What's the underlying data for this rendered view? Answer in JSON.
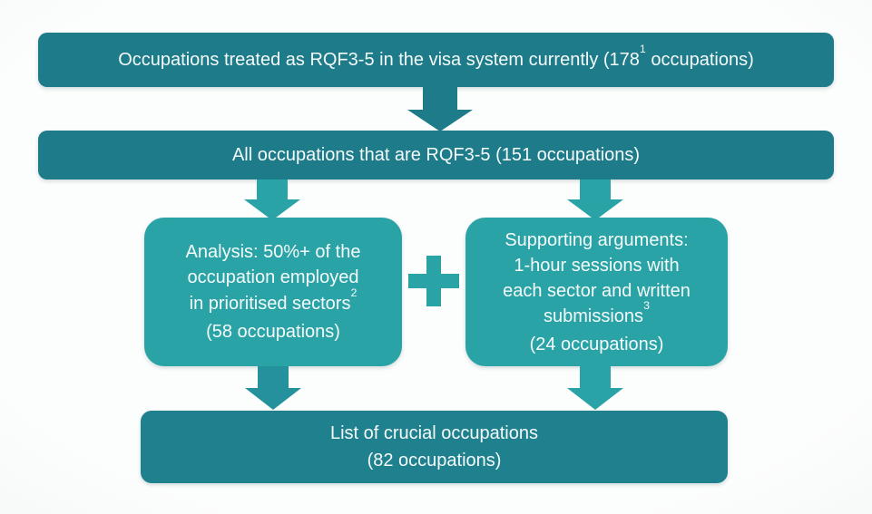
{
  "colors": {
    "dark_teal_box": "#1e7b89",
    "light_teal_box": "#2aa3a7",
    "result_teal_box": "#20818e",
    "mid_teal_arrow": "#24919d",
    "text": "#f5fafa",
    "background_center": "#fcfdfd",
    "background_edge": "#e7eaea"
  },
  "boxes": {
    "visa_current": {
      "text_before_sup": "Occupations treated as RQF3-5 in the visa system currently (178",
      "footnote_sup": "1",
      "text_after_sup": " occupations)"
    },
    "all_rqf35": {
      "label": "All occupations that are RQF3-5 (151 occupations)"
    },
    "analysis": {
      "line1": "Analysis: 50%+ of the",
      "line2": "occupation employed",
      "line3_before_sup": "in prioritised sectors",
      "footnote_sup": "2",
      "count": "(58 occupations)"
    },
    "supporting": {
      "line1": "Supporting arguments:",
      "line2": "1-hour sessions with",
      "line3": "each sector and written",
      "line4_before_sup": "submissions",
      "footnote_sup": "3",
      "count": "(24 occupations)"
    },
    "result": {
      "line1": "List of crucial occupations",
      "line2": "(82 occupations)"
    }
  },
  "operator": {
    "plus": "+"
  }
}
